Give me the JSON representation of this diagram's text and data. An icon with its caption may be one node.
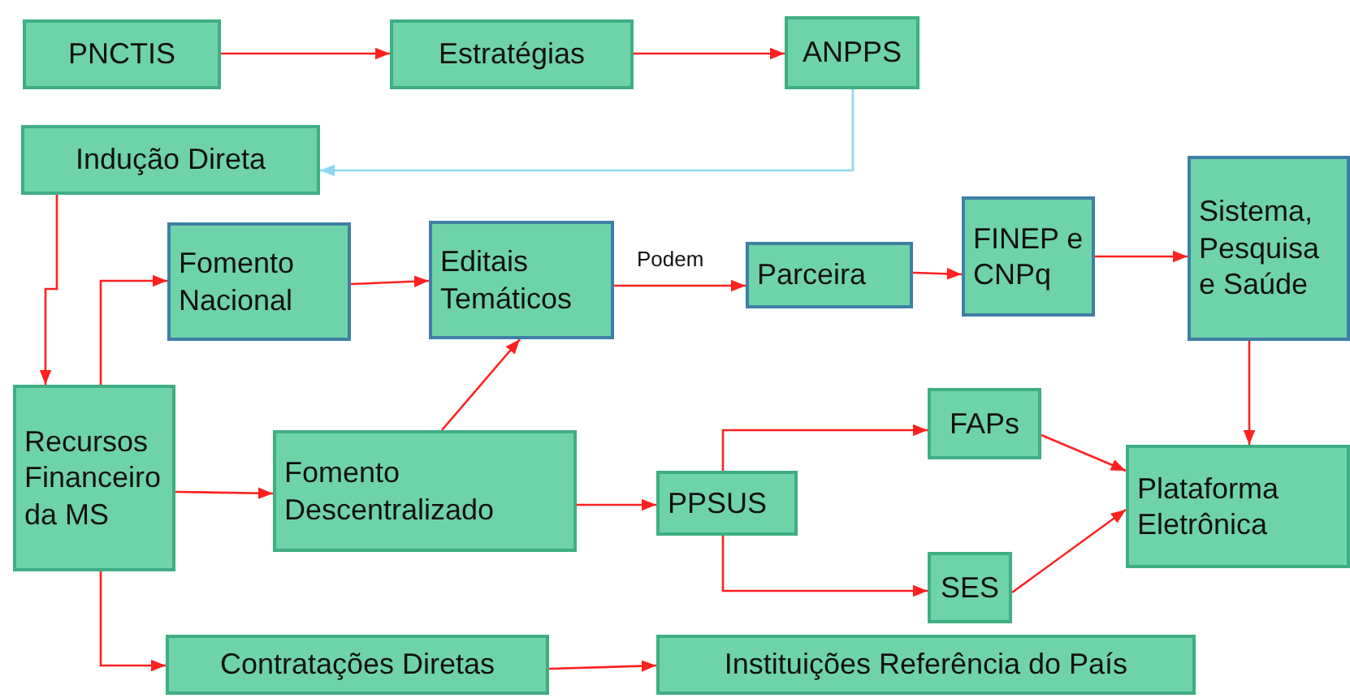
{
  "diagram": {
    "nodes": [
      {
        "text": [
          "PNCTIS"
        ]
      },
      {
        "text": [
          "Estratégias"
        ]
      },
      {
        "text": [
          "ANPPS"
        ]
      },
      {
        "text": [
          "Indução Direta"
        ]
      },
      {
        "text": [
          "Fomento Nacional"
        ]
      },
      {
        "text": [
          "Editais Temáticos"
        ]
      },
      {
        "text": [
          "Parceira"
        ]
      },
      {
        "text": [
          "FINEP e CNPq"
        ]
      },
      {
        "text": [
          "Sistema, Pesquisa e Saúde"
        ]
      },
      {
        "text": [
          "Recursos Financeiro da MS"
        ]
      },
      {
        "text": [
          "Fomento Descentralizado"
        ]
      },
      {
        "text": [
          "PPSUS"
        ]
      },
      {
        "text": [
          "FAPs"
        ]
      },
      {
        "text": [
          "SES"
        ]
      },
      {
        "text": [
          "Plataforma Eletrônica"
        ]
      },
      {
        "text": [
          "Contratações Diretas"
        ]
      },
      {
        "text": [
          "Instituições Referência do País"
        ]
      }
    ],
    "edges": [
      {
        "from": 0,
        "to": 1,
        "arrow": "to"
      },
      {
        "from": 1,
        "to": 2,
        "arrow": "to"
      },
      {
        "from": 2,
        "to": 3,
        "arrow": "to",
        "color": "#8fd6f2"
      },
      {
        "from": 3,
        "to": 9,
        "arrow": "to"
      },
      {
        "from": 9,
        "to": 4,
        "arrow": "to"
      },
      {
        "from": 4,
        "to": 5,
        "arrow": "to"
      },
      {
        "from": 5,
        "to": 6,
        "arrow": "to",
        "label": "Podem"
      },
      {
        "from": 6,
        "to": 7,
        "arrow": "to"
      },
      {
        "from": 7,
        "to": 8,
        "arrow": "to"
      },
      {
        "from": 9,
        "to": 10,
        "arrow": "to"
      },
      {
        "from": 10,
        "to": 5,
        "arrow": "to"
      },
      {
        "from": 10,
        "to": 11,
        "arrow": "to"
      },
      {
        "from": 11,
        "to": 12,
        "arrow": "to"
      },
      {
        "from": 11,
        "to": 13,
        "arrow": "to"
      },
      {
        "from": 12,
        "to": 14,
        "arrow": "to"
      },
      {
        "from": 13,
        "to": 14,
        "arrow": "to"
      },
      {
        "from": 8,
        "to": 14,
        "arrow": "to"
      },
      {
        "from": 9,
        "to": 15,
        "arrow": "to"
      },
      {
        "from": 15,
        "to": 16,
        "arrow": "to"
      }
    ]
  }
}
